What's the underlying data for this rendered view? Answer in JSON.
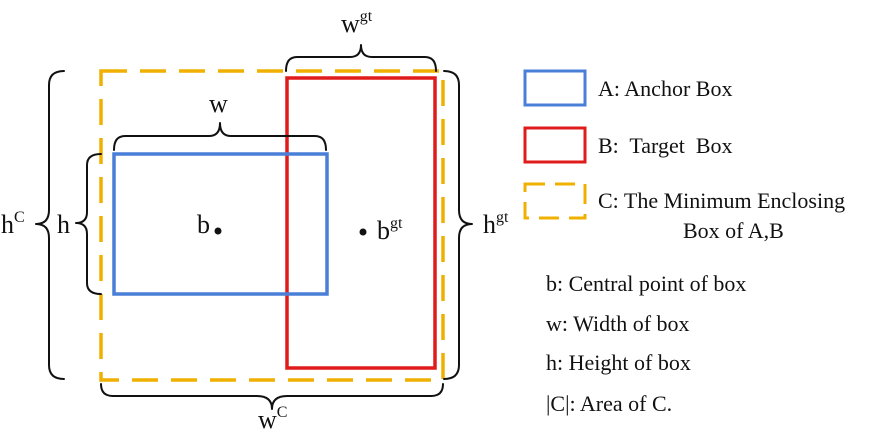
{
  "colors": {
    "anchor": "#4a7fd8",
    "target": "#e01b1b",
    "enclosing": "#f0b000",
    "ink": "#111111"
  },
  "labels": {
    "w": "w",
    "w_gt": "w",
    "w_gt_sup": "gt",
    "w_c": "w",
    "w_c_sup": "C",
    "h": "h",
    "h_gt": "h",
    "h_gt_sup": "gt",
    "h_c": "h",
    "h_c_sup": "C",
    "b": "b",
    "b_gt": "b",
    "b_gt_sup": "gt"
  },
  "legend": {
    "anchor": "A: Anchor Box",
    "target": "B:  Target  Box",
    "enclosing_line1": "C: The Minimum Enclosing",
    "enclosing_line2": "Box of A,B",
    "notes": [
      "b: Central point of box",
      "w: Width of box",
      "h: Height of box",
      "|C|: Area of C."
    ]
  }
}
